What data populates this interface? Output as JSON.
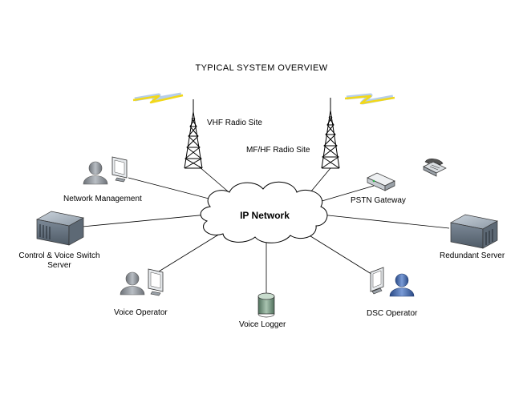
{
  "title": "TYPICAL SYSTEM OVERVIEW",
  "center": {
    "label": "IP Network"
  },
  "nodes": {
    "vhf_site": "VHF Radio Site",
    "mfhf_site": "MF/HF Radio Site",
    "network_management": "Network Management",
    "pstn_gateway": "PSTN Gateway",
    "control_server_line1": "Control & Voice Switch",
    "control_server_line2": "Server",
    "redundant_server": "Redundant Server",
    "voice_operator": "Voice Operator",
    "voice_logger": "Voice Logger",
    "dsc_operator": "DSC Operator"
  },
  "colors": {
    "lightning": "#f2d81a",
    "lightning_glow": "#7aa6d8",
    "server": "#6f7d8c",
    "person": "#8a8f96",
    "person_blue": "#3d63a8",
    "logger": "#7fa08a"
  },
  "icons": [
    "radio-tower-icon",
    "lightning-icon",
    "server-icon",
    "workstation-icon",
    "person-icon",
    "telephone-icon",
    "gateway-icon",
    "cylinder-icon",
    "cloud-icon"
  ]
}
